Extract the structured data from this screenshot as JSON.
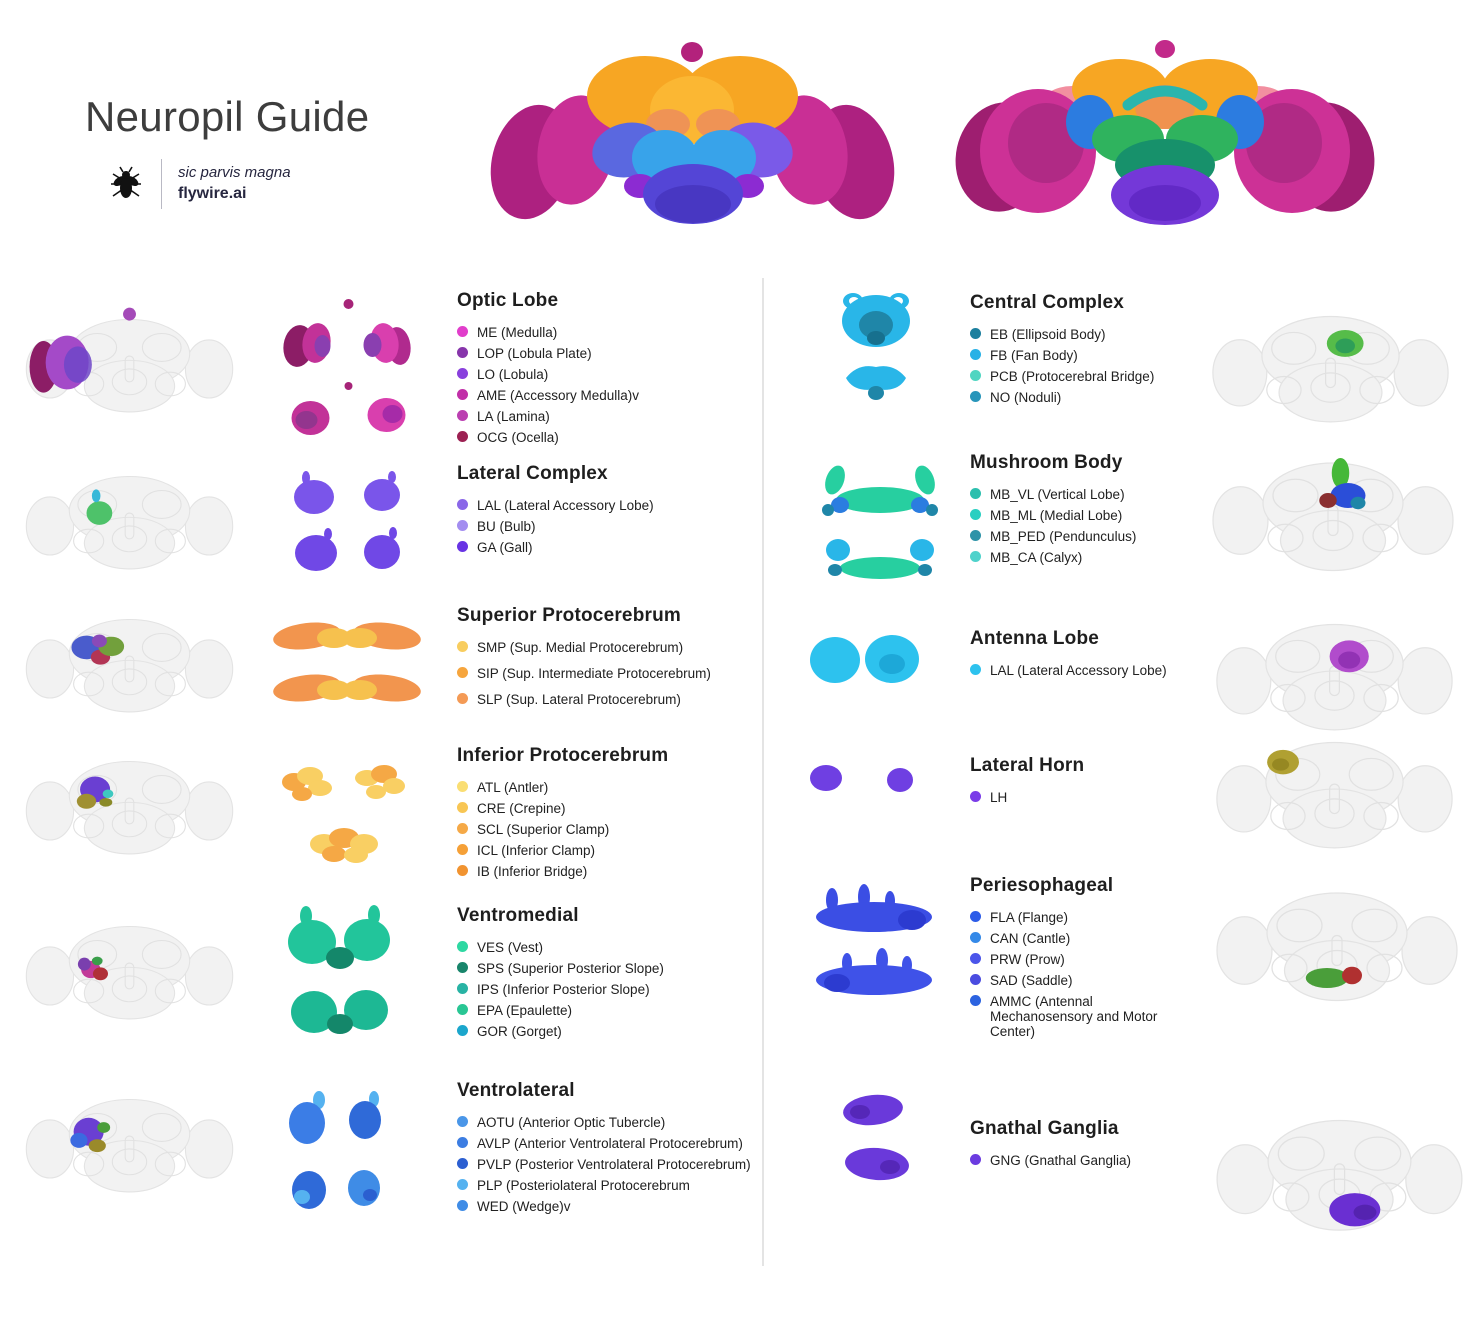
{
  "header": {
    "title": "Neuropil Guide",
    "tagline": "sic parvis magna",
    "brand": "flywire.ai"
  },
  "sections": {
    "left": [
      {
        "title": "Optic Lobe",
        "items": [
          {
            "label": "ME (Medulla)",
            "color": "#e13ecb"
          },
          {
            "label": "LOP (Lobula Plate)",
            "color": "#8735ab"
          },
          {
            "label": "LO (Lobula)",
            "color": "#8940dd"
          },
          {
            "label": "AME (Accessory Medulla)v",
            "color": "#c12fa8"
          },
          {
            "label": "LA (Lamina)",
            "color": "#bb3fb1"
          },
          {
            "label": "OCG (Ocella)",
            "color": "#9c2052"
          }
        ]
      },
      {
        "title": "Lateral Complex",
        "items": [
          {
            "label": "LAL (Lateral Accessory Lobe)",
            "color": "#8a67e8"
          },
          {
            "label": "BU (Bulb)",
            "color": "#a38df0"
          },
          {
            "label": "GA (Gall)",
            "color": "#6833e4"
          }
        ]
      },
      {
        "title": "Superior Protocerebrum",
        "items": [
          {
            "label": "SMP (Sup. Medial Protocerebrum)",
            "color": "#f8cd5f"
          },
          {
            "label": "SIP (Sup. Intermediate Protocerebrum)",
            "color": "#f6a53d"
          },
          {
            "label": "SLP (Sup. Lateral Protocerebrum)",
            "color": "#f49a55"
          }
        ]
      },
      {
        "title": "Inferior Protocerebrum",
        "items": [
          {
            "label": "ATL (Antler)",
            "color": "#fade73"
          },
          {
            "label": "CRE (Crepine)",
            "color": "#f8c654"
          },
          {
            "label": "SCL (Superior Clamp)",
            "color": "#f5a947"
          },
          {
            "label": "ICL (Inferior Clamp)",
            "color": "#f5a037"
          },
          {
            "label": "IB (Inferior Bridge)",
            "color": "#f19330"
          }
        ]
      },
      {
        "title": "Ventromedial",
        "items": [
          {
            "label": "VES (Vest)",
            "color": "#2ed8a2"
          },
          {
            "label": "SPS (Superior Posterior Slope)",
            "color": "#18856b"
          },
          {
            "label": "IPS (Inferior Posterior Slope)",
            "color": "#28b3a4"
          },
          {
            "label": "EPA (Epaulette)",
            "color": "#29c694"
          },
          {
            "label": "GOR (Gorget)",
            "color": "#1ba6cc"
          }
        ]
      },
      {
        "title": "Ventrolateral",
        "items": [
          {
            "label": "AOTU (Anterior Optic Tubercle)",
            "color": "#4a96e8"
          },
          {
            "label": "AVLP (Anterior Ventrolateral Protocerebrum)",
            "color": "#3c7de2"
          },
          {
            "label": "PVLP (Posterior Ventrolateral Protocerebrum)",
            "color": "#2c5fd1"
          },
          {
            "label": "PLP (Posteriolateral Protocerebrum",
            "color": "#55b2f0"
          },
          {
            "label": "WED (Wedge)v",
            "color": "#3f8ce6"
          }
        ]
      }
    ],
    "right": [
      {
        "title": "Central Complex",
        "items": [
          {
            "label": "EB (Ellipsoid Body)",
            "color": "#1c7f9e"
          },
          {
            "label": "FB (Fan Body)",
            "color": "#28b1e6"
          },
          {
            "label": "PCB (Protocerebral Bridge)",
            "color": "#50d5c1"
          },
          {
            "label": "NO (Noduli)",
            "color": "#2895ba"
          }
        ]
      },
      {
        "title": "Mushroom Body",
        "items": [
          {
            "label": "MB_VL (Vertical Lobe)",
            "color": "#2cbfae"
          },
          {
            "label": "MB_ML (Medial Lobe)",
            "color": "#29cfc1"
          },
          {
            "label": "MB_PED (Pendunculus)",
            "color": "#2e93a8"
          },
          {
            "label": "MB_CA (Calyx)",
            "color": "#4fd2cb"
          }
        ]
      },
      {
        "title": "Antenna Lobe",
        "items": [
          {
            "label": "LAL (Lateral Accessory Lobe)",
            "color": "#2dc2ee"
          }
        ]
      },
      {
        "title": "Lateral Horn",
        "items": [
          {
            "label": "LH",
            "color": "#7a3ce8"
          }
        ]
      },
      {
        "title": "Periesophageal",
        "items": [
          {
            "label": "FLA (Flange)",
            "color": "#2c5ce8"
          },
          {
            "label": "CAN (Cantle)",
            "color": "#3489e8"
          },
          {
            "label": "PRW (Prow)",
            "color": "#4b55ea"
          },
          {
            "label": "SAD (Saddle)",
            "color": "#4a4ce0"
          },
          {
            "label": "AMMC (Antennal Mechanosensory and Motor Center)",
            "color": "#2c63e0"
          }
        ]
      },
      {
        "title": "Gnathal Ganglia",
        "items": [
          {
            "label": "GNG (Gnathal Ganglia)",
            "color": "#6b3be0"
          }
        ]
      }
    ]
  }
}
